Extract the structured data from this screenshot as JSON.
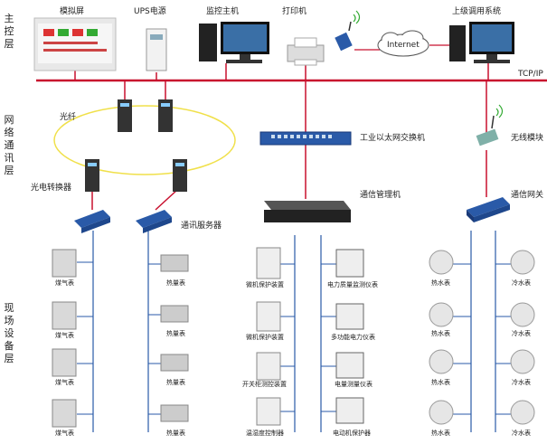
{
  "layers": {
    "main": "主控层",
    "network": "网络通讯层",
    "field": "现场设备层"
  },
  "top": {
    "sim_screen": "模拟屏",
    "ups": "UPS电源",
    "monitor_host": "监控主机",
    "printer": "打印机",
    "internet": "Internet",
    "upper_system": "上级调用系统",
    "bus": "TCP/IP"
  },
  "network": {
    "fiber": "光纤",
    "converter": "光电转换器",
    "switch": "工业以太网交换机",
    "wireless_module": "无线模块",
    "comm_manager": "通信管理机",
    "comm_gateway": "通信网关",
    "comm_server": "通讯服务器"
  },
  "field": {
    "gas_meters": [
      "煤气表",
      "煤气表",
      "煤气表",
      "煤气表"
    ],
    "heat_meters": [
      "热量表",
      "热量表",
      "热量表",
      "热量表"
    ],
    "protect_devices": [
      "微机保护装置",
      "微机保护装置",
      "开关柜测控装置",
      "温湿度控制器"
    ],
    "power_meters": [
      "电力质量监测仪表",
      "多功能电力仪表",
      "电量测量仪表",
      "电动机保护器"
    ],
    "hot_water_meters": [
      "热水表",
      "热水表",
      "热水表",
      "热水表"
    ],
    "cold_water_meters": [
      "冷水表",
      "冷水表",
      "冷水表",
      "冷水表"
    ]
  },
  "colors": {
    "line": "#c8102e",
    "fiber_ring": "#f5e642",
    "device_blue": "#2a5aa8"
  }
}
